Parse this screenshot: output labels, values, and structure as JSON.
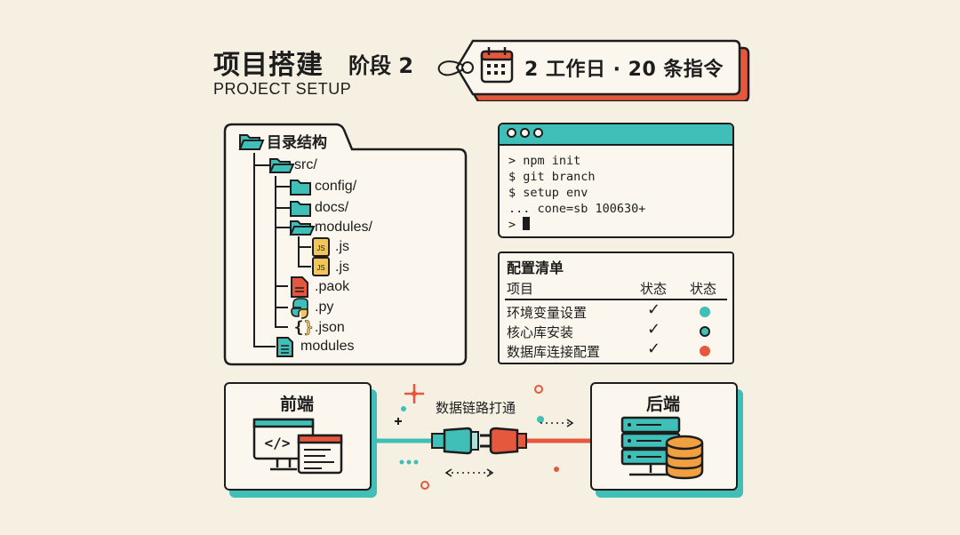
{
  "header": {
    "title": "项目搭建",
    "stage": "阶段 2",
    "subtitle": "PROJECT SETUP",
    "tag_text": "2 工作日 · 20 条指令"
  },
  "directory": {
    "title": "目录结构",
    "items": [
      {
        "label": "src/",
        "icon": "folder-icon"
      },
      {
        "label": "config/",
        "icon": "folder-icon"
      },
      {
        "label": "docs/",
        "icon": "folder-icon"
      },
      {
        "label": "modules/",
        "icon": "folder-icon"
      },
      {
        "label": ".js",
        "icon": "js-file-icon",
        "badge": "JS"
      },
      {
        "label": ".js",
        "icon": "js-file-icon",
        "badge": "JS"
      },
      {
        "label": ".paok",
        "icon": "file-icon"
      },
      {
        "label": ".py",
        "icon": "python-icon"
      },
      {
        "label": ".json",
        "icon": "json-icon",
        "badge": "{ }"
      },
      {
        "label": "modules",
        "icon": "document-icon"
      }
    ]
  },
  "terminal": {
    "lines": [
      "> npm init",
      "$ git branch",
      "$ setup env",
      "... cone=sb 100630+",
      "> "
    ]
  },
  "checklist": {
    "title": "配置清单",
    "headers": [
      "项目",
      "状态",
      "状态"
    ],
    "rows": [
      {
        "item": "环境变量设置",
        "check": "✓",
        "status_color": "#3fbfb7"
      },
      {
        "item": "核心库安装",
        "check": "✓",
        "status_color": "#1f8a85"
      },
      {
        "item": "数据库连接配置",
        "check": "✓",
        "status_color": "#e5583d"
      }
    ]
  },
  "frontend": {
    "title": "前端",
    "code_glyph": "</>"
  },
  "backend": {
    "title": "后端"
  },
  "link": {
    "label": "数据链路打通"
  },
  "colors": {
    "teal": "#3fbfb7",
    "orange": "#e5583d",
    "yellow": "#f3c65a",
    "ink": "#1d1d1d"
  }
}
